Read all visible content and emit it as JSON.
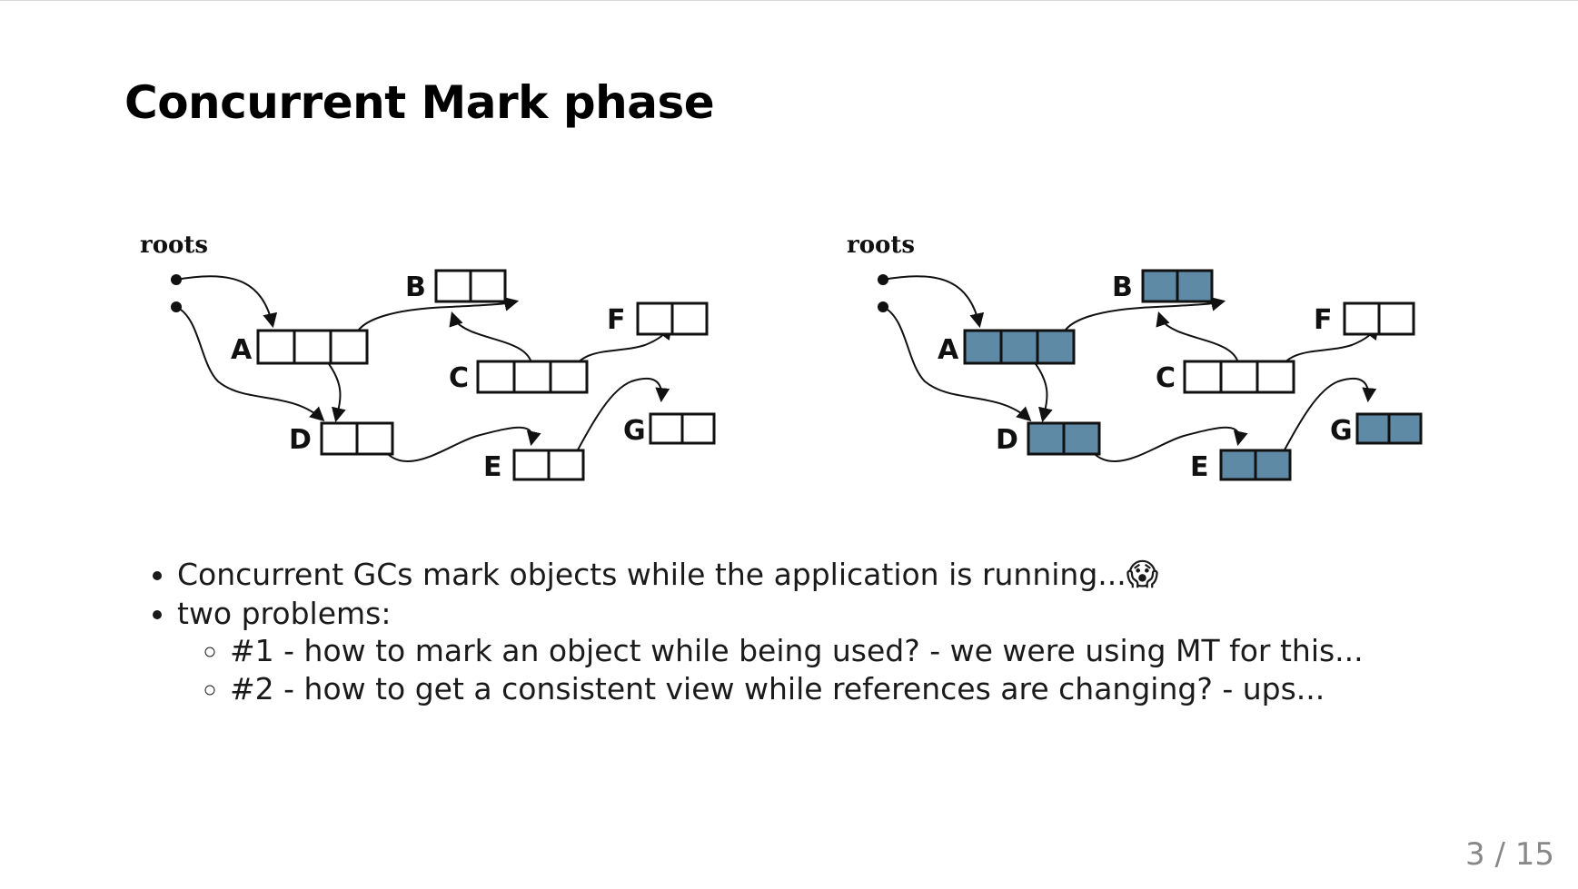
{
  "slide": {
    "title": "Concurrent Mark phase",
    "page_current": "3",
    "page_separator": "/",
    "page_total": "15"
  },
  "diagrams": [
    {
      "id": "unmarked",
      "roots_label": "roots",
      "nodes": [
        {
          "id": "A",
          "label": "A",
          "marked": false
        },
        {
          "id": "B",
          "label": "B",
          "marked": false
        },
        {
          "id": "C",
          "label": "C",
          "marked": false
        },
        {
          "id": "D",
          "label": "D",
          "marked": false
        },
        {
          "id": "E",
          "label": "E",
          "marked": false
        },
        {
          "id": "F",
          "label": "F",
          "marked": false
        },
        {
          "id": "G",
          "label": "G",
          "marked": false
        }
      ],
      "edges": [
        [
          "roots",
          "A"
        ],
        [
          "roots",
          "D"
        ],
        [
          "A",
          "B"
        ],
        [
          "A",
          "D"
        ],
        [
          "C",
          "B"
        ],
        [
          "C",
          "F"
        ],
        [
          "D",
          "E"
        ],
        [
          "E",
          "G"
        ]
      ]
    },
    {
      "id": "marked",
      "roots_label": "roots",
      "nodes": [
        {
          "id": "A",
          "label": "A",
          "marked": true
        },
        {
          "id": "B",
          "label": "B",
          "marked": true
        },
        {
          "id": "C",
          "label": "C",
          "marked": false
        },
        {
          "id": "D",
          "label": "D",
          "marked": true
        },
        {
          "id": "E",
          "label": "E",
          "marked": true
        },
        {
          "id": "F",
          "label": "F",
          "marked": false
        },
        {
          "id": "G",
          "label": "G",
          "marked": true
        }
      ],
      "edges": [
        [
          "roots",
          "A"
        ],
        [
          "roots",
          "D"
        ],
        [
          "A",
          "B"
        ],
        [
          "A",
          "D"
        ],
        [
          "C",
          "B"
        ],
        [
          "C",
          "F"
        ],
        [
          "D",
          "E"
        ],
        [
          "E",
          "G"
        ]
      ]
    }
  ],
  "bullets": {
    "item1_text": "Concurrent GCs mark objects while the application is running...",
    "item1_emoji": "😱",
    "item2_text": "two problems:",
    "sub1": "#1 - how to mark an object while being used? - we were using MT for this...",
    "sub2": "#2 - how to get a consistent view while references are changing? - ups..."
  },
  "colors": {
    "marked_fill": "#5f8aa6",
    "unmarked_fill": "#ffffff",
    "stroke": "#111111"
  }
}
